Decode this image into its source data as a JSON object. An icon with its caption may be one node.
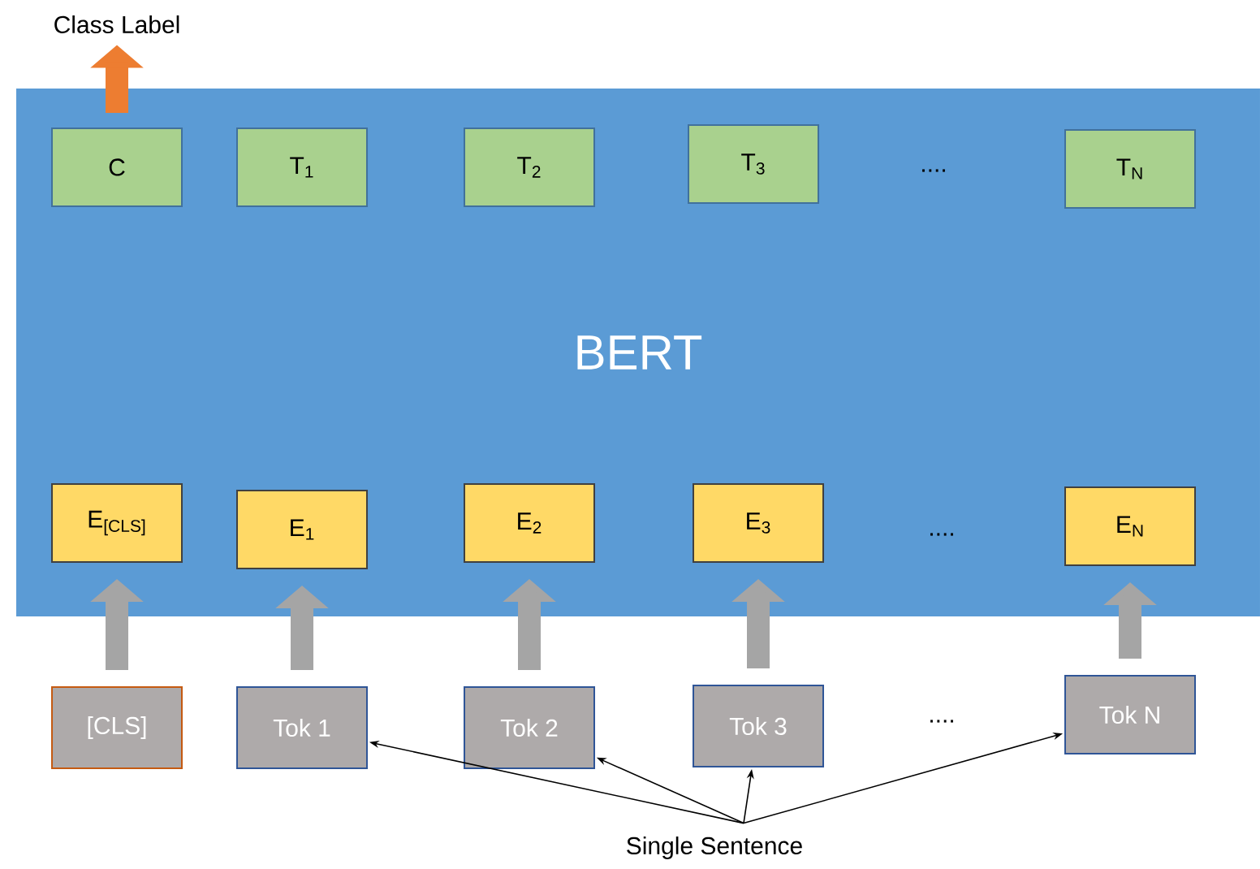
{
  "diagram": {
    "nodes": [
      {
        "text": [
          "BERT"
        ]
      },
      {
        "text": [
          "C"
        ],
        "in": 0
      },
      {
        "text": [
          "T$_{1}$"
        ],
        "in": 0
      },
      {
        "text": [
          "T$_{2}$"
        ],
        "in": 0
      },
      {
        "text": [
          "T$_{3}$"
        ],
        "in": 0
      },
      {
        "text": [
          "T$_{N}$"
        ],
        "in": 0
      },
      {
        "text": [
          "E$_{[CLS]}$"
        ],
        "in": 0
      },
      {
        "text": [
          "E$_{1}$"
        ],
        "in": 0
      },
      {
        "text": [
          "E$_{2}$"
        ],
        "in": 0
      },
      {
        "text": [
          "E$_{3}$"
        ],
        "in": 0
      },
      {
        "text": [
          "E$_{N}$"
        ],
        "in": 0
      },
      {
        "text": [
          "[CLS]"
        ]
      },
      {
        "text": [
          "Tok 1"
        ]
      },
      {
        "text": [
          "Tok 2"
        ]
      },
      {
        "text": [
          "Tok 3"
        ]
      },
      {
        "text": [
          "Tok N"
        ]
      },
      {
        "text": [
          "Single Sentence"
        ]
      },
      {
        "text": [
          "Class Label"
        ]
      }
    ],
    "edges": [
      {
        "from": 1,
        "to": 17,
        "arrow": "to",
        "color": "#ed7d31"
      },
      {
        "from": 11,
        "to": 6,
        "arrow": "to"
      },
      {
        "from": 12,
        "to": 7,
        "arrow": "to"
      },
      {
        "from": 13,
        "to": 8,
        "arrow": "to"
      },
      {
        "from": 14,
        "to": 9,
        "arrow": "to"
      },
      {
        "from": 15,
        "to": 10,
        "arrow": "to"
      },
      {
        "from": 16,
        "to": 12,
        "arrow": "to",
        "color": "#000000"
      },
      {
        "from": 16,
        "to": 13,
        "arrow": "to",
        "color": "#000000"
      },
      {
        "from": 16,
        "to": 14,
        "arrow": "to",
        "color": "#000000"
      },
      {
        "from": 16,
        "to": 15,
        "arrow": "to",
        "color": "#000000"
      }
    ],
    "labels": [
      "....",
      "....",
      "...."
    ]
  }
}
